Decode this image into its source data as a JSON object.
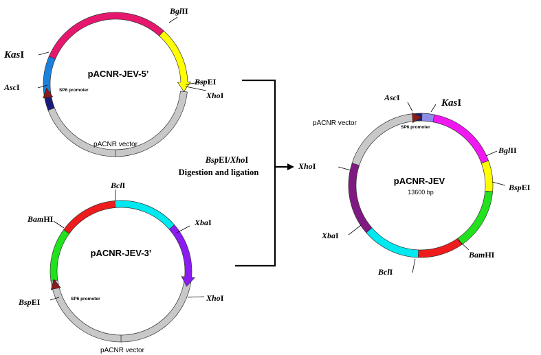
{
  "plasmid_5p": {
    "name": "pACNR-JEV-5’",
    "vector_label": "pACNR vector",
    "promoter_label": "SP6 promoter",
    "sites": {
      "kasI": {
        "italic": "Kas",
        "suffix": "I"
      },
      "ascI": {
        "italic": "Asc",
        "suffix": "I"
      },
      "bglII": {
        "italic": "Bgl",
        "suffix": "II"
      },
      "bspEI": {
        "italic": "Bsp",
        "suffix": "EI"
      },
      "xhoI": {
        "italic": "Xho",
        "suffix": "I"
      }
    }
  },
  "plasmid_3p": {
    "name": "pACNR-JEV-3’",
    "vector_label": "pACNR vector",
    "promoter_label": "SP6 promoter",
    "sites": {
      "bclI": {
        "italic": "Bcl",
        "suffix": "I"
      },
      "bamHI": {
        "italic": "Bam",
        "suffix": "HI"
      },
      "xbaI": {
        "italic": "Xba",
        "suffix": "I"
      },
      "bspEI": {
        "italic": "Bsp",
        "suffix": "EI"
      },
      "xhoI": {
        "italic": "Xho",
        "suffix": "I"
      }
    }
  },
  "plasmid_full": {
    "name": "pACNR-JEV",
    "size": "13600 bp",
    "vector_label": "pACNR vector",
    "promoter_label": "SP6 promoter",
    "sites": {
      "ascI": {
        "italic": "Asc",
        "suffix": "I"
      },
      "kasI": {
        "italic": "Kas",
        "suffix": "I"
      },
      "bglII": {
        "italic": "Bgl",
        "suffix": "II"
      },
      "bspEI": {
        "italic": "Bsp",
        "suffix": "EI"
      },
      "bamHI": {
        "italic": "Bam",
        "suffix": "HI"
      },
      "bclI": {
        "italic": "Bcl",
        "suffix": "I"
      },
      "xbaI": {
        "italic": "Xba",
        "suffix": "I"
      },
      "xhoI": {
        "italic": "Xho",
        "suffix": "I"
      }
    }
  },
  "step": {
    "enzyme1": {
      "italic": "Bsp",
      "suffix": "EI"
    },
    "slash": "/",
    "enzyme2": {
      "italic": "Xho",
      "suffix": "I"
    },
    "description": "Digestion and ligation"
  },
  "colors": {
    "pink": "#e6186e",
    "yellow": "#ffff00",
    "blue": "#1a82dc",
    "grey": "#c8c8c8",
    "red": "#ee1c1c",
    "cyan": "#00e8f0",
    "green": "#22e21e",
    "violet": "#8a1cf2",
    "magenta": "#f018f0",
    "purple": "#7f1a82",
    "periwinkle": "#8c8ce6",
    "navy": "#1a1a7a",
    "promoter": "#8b1a1a"
  }
}
